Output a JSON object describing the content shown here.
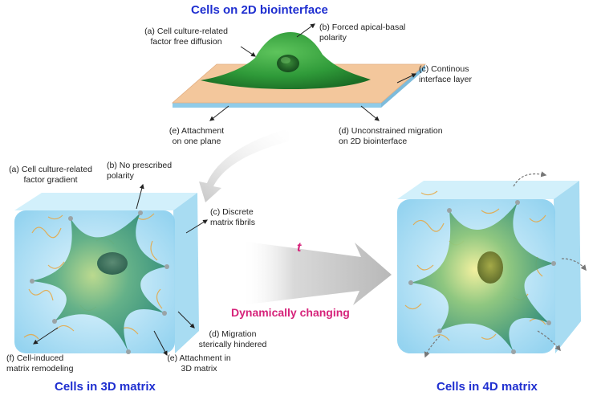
{
  "titles": {
    "top": "Cells on 2D biointerface",
    "bottom_left": "Cells in 3D matrix",
    "bottom_right": "Cells in 4D matrix"
  },
  "arrow_texts": {
    "time": "t",
    "changing": "Dynamically changing"
  },
  "labels_2d": {
    "a": "(a) Cell culture-related\nfactor free diffusion",
    "b": "(b) Forced apical-basal\npolarity",
    "c": "(c) Continous\ninterface layer",
    "d": "(d) Unconstrained migration\non 2D biointerface",
    "e": "(e) Attachment\non one plane"
  },
  "labels_3d": {
    "a": "(a) Cell culture-related\nfactor gradient",
    "b": "(b) No prescribed\npolarity",
    "c": "(c) Discrete\nmatrix fibrils",
    "d": "(d) Migration\nsterically hindered",
    "e": "(e) Attachment in\n3D matrix",
    "f": "(f) Cell-induced\nmatrix remodeling"
  },
  "colors": {
    "title_blue": "#1f2fd0",
    "accent_pink": "#d6237a",
    "substrate": "#f3c79c",
    "substrate_edge": "#8fcbe8",
    "cell_green": "#2e9b3a",
    "cube_blue": "#a9dcf3",
    "fiber_orange": "#e8a640",
    "cell_teal": "#3f9c86"
  }
}
